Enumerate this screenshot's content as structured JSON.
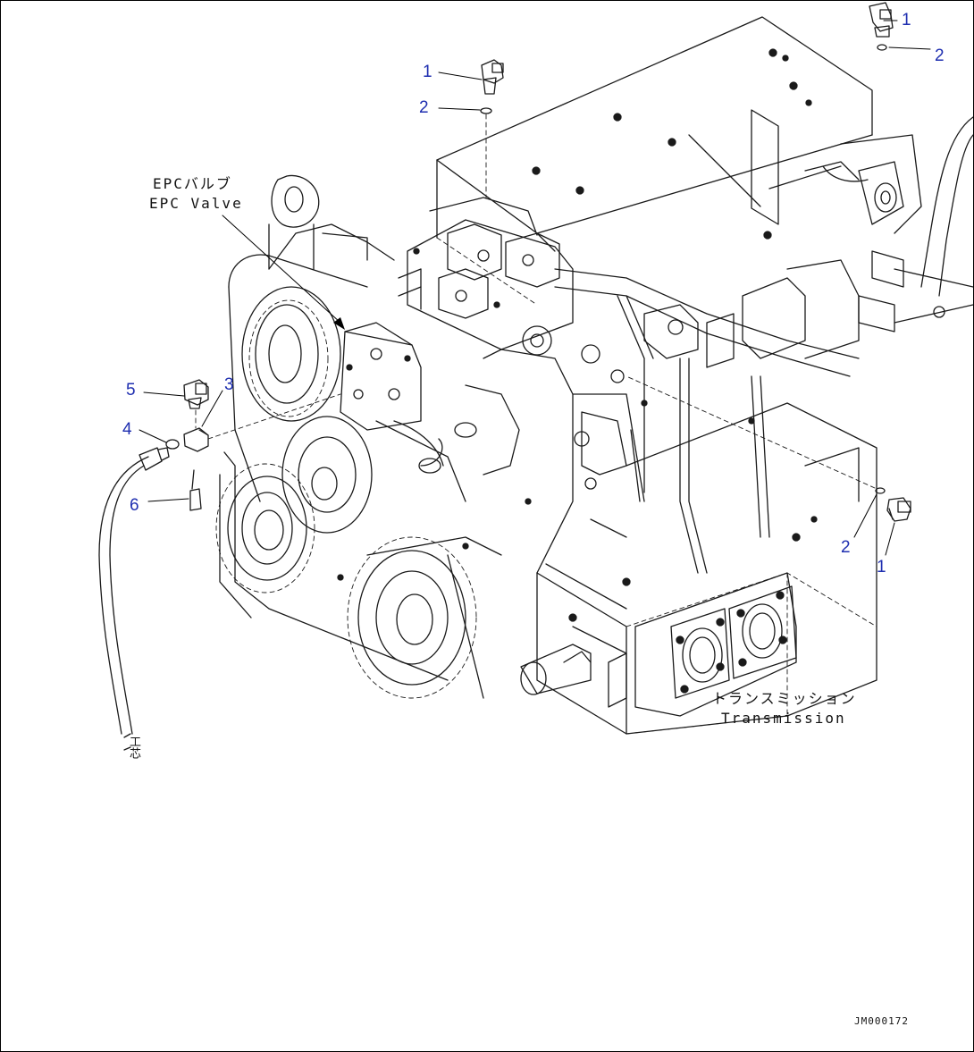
{
  "callouts": {
    "c1_top_right": "1",
    "c2_top_right": "2",
    "c1_top_center": "1",
    "c2_top_center": "2",
    "c3": "3",
    "c4": "4",
    "c5": "5",
    "c6": "6",
    "c2_right": "2",
    "c1_right": "1"
  },
  "labels": {
    "epc_jp": "EPCバルブ",
    "epc_en": "EPC Valve",
    "trans_jp": "トランスミッション",
    "trans_en": "Transmission",
    "hose_text": "工芯"
  },
  "drawing_code": "JM000172",
  "colors": {
    "callout": "#1f2fb0",
    "line": "#1a1a1a"
  }
}
